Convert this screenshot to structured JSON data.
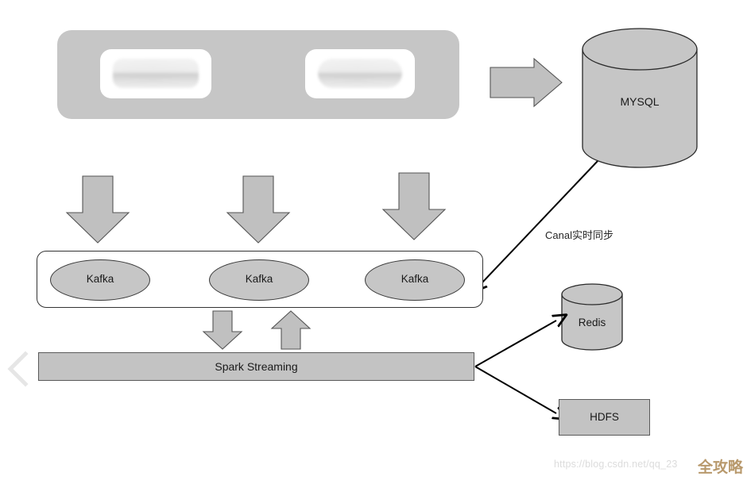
{
  "diagram": {
    "title": "Kafka / Spark Streaming real-time data pipeline architecture",
    "colors": {
      "node_fill": "#c6c6c6",
      "bar_fill": "#c3c3c3",
      "node_stroke": "#3a3a3a",
      "container_fill": "#ffffff",
      "container_stroke": "#333333",
      "arrow_block_fill": "#c0c0c0",
      "arrow_block_stroke": "#555555",
      "edge_stroke": "#000000",
      "watermark_text": "#dcdcdc",
      "watermark_brand": "#b8996c",
      "canvas": "#ffffff"
    },
    "source_bar": {
      "name": "source-applications-bar",
      "cards": [
        {
          "label": "",
          "redacted": true
        },
        {
          "label": "",
          "redacted": true
        }
      ]
    },
    "mysql": {
      "label": "MYSQL",
      "shape": "cylinder"
    },
    "kafka_cluster": {
      "nodes": [
        {
          "label": "Kafka"
        },
        {
          "label": "Kafka"
        },
        {
          "label": "Kafka"
        }
      ]
    },
    "spark": {
      "label": "Spark Streaming",
      "shape": "rectangle"
    },
    "redis": {
      "label": "Redis",
      "shape": "cylinder"
    },
    "hdfs": {
      "label": "HDFS",
      "shape": "rectangle"
    },
    "edges": [
      {
        "from": "source-bar",
        "to": "mysql",
        "style": "block-arrow-right",
        "label": ""
      },
      {
        "from": "source-bar",
        "to": "kafka-cluster",
        "style": "block-arrow-down",
        "label": "",
        "count": 3
      },
      {
        "from": "mysql",
        "to": "kafka-cluster",
        "style": "line-arrow",
        "label": "Canal实时同步"
      },
      {
        "from": "kafka-cluster",
        "to": "spark",
        "style": "block-arrow-down",
        "label": ""
      },
      {
        "from": "spark",
        "to": "kafka-cluster",
        "style": "block-arrow-up",
        "label": ""
      },
      {
        "from": "spark",
        "to": "redis",
        "style": "line-arrow",
        "label": ""
      },
      {
        "from": "spark",
        "to": "hdfs",
        "style": "line-arrow",
        "label": ""
      }
    ]
  },
  "carousel": {
    "prev_icon": "chevron-left-icon"
  },
  "watermark": {
    "url": "https://blog.csdn.net/qq_23",
    "brand": "全攻略"
  }
}
